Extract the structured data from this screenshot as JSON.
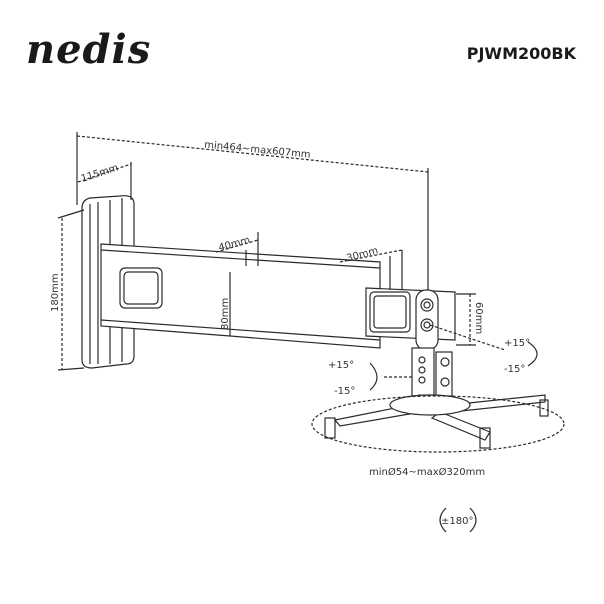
{
  "header": {
    "brand": "nedis",
    "model": "PJWM200BK"
  },
  "dimensions": {
    "arm_length": "min464~max607mm",
    "wall_plate_depth": "115mm",
    "wall_plate_height": "180mm",
    "outer_tube_width": "40mm",
    "outer_tube_height": "80mm",
    "inner_tube_width": "30mm",
    "inner_tube_height": "60mm",
    "bracket_diameter": "minØ54~maxØ320mm"
  },
  "angles": {
    "tilt_left_plus": "+15°",
    "tilt_left_minus": "-15°",
    "tilt_right_plus": "+15°",
    "tilt_right_minus": "-15°",
    "rotation": "±180°"
  },
  "colors": {
    "line": "#2b2b2b",
    "text": "#333333",
    "background": "#ffffff"
  }
}
